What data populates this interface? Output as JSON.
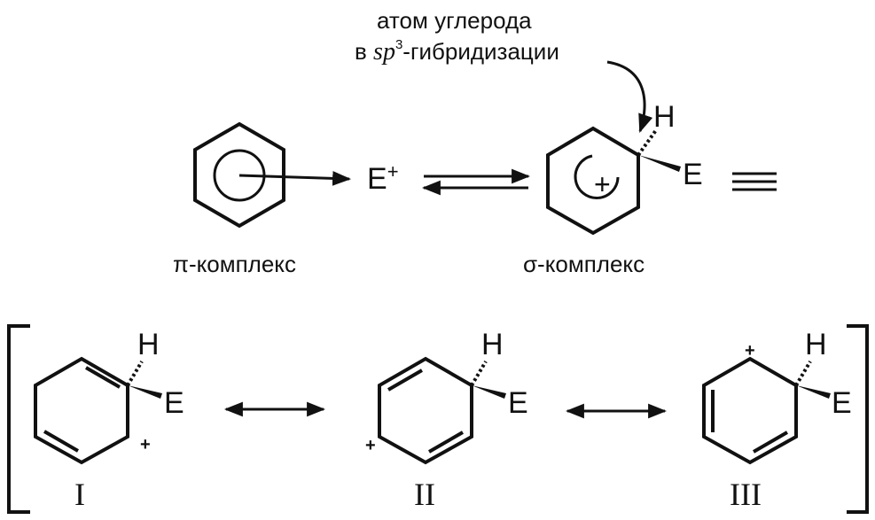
{
  "top_label": {
    "line1": "атом углерода",
    "line2_prefix": "в ",
    "line2_sp": "sp",
    "line2_exp": "3",
    "line2_suffix": "-гибридизации"
  },
  "reaction": {
    "electrophile": "E",
    "electrophile_charge": "+",
    "sigma_charge": "+",
    "pi_complex_label": "π-комплекс",
    "sigma_complex_label": "σ-комплекс"
  },
  "atoms": {
    "hydrogen": "H",
    "substituent": "E",
    "charge": "+"
  },
  "resonance": {
    "structure_labels": [
      "I",
      "II",
      "III"
    ]
  }
}
